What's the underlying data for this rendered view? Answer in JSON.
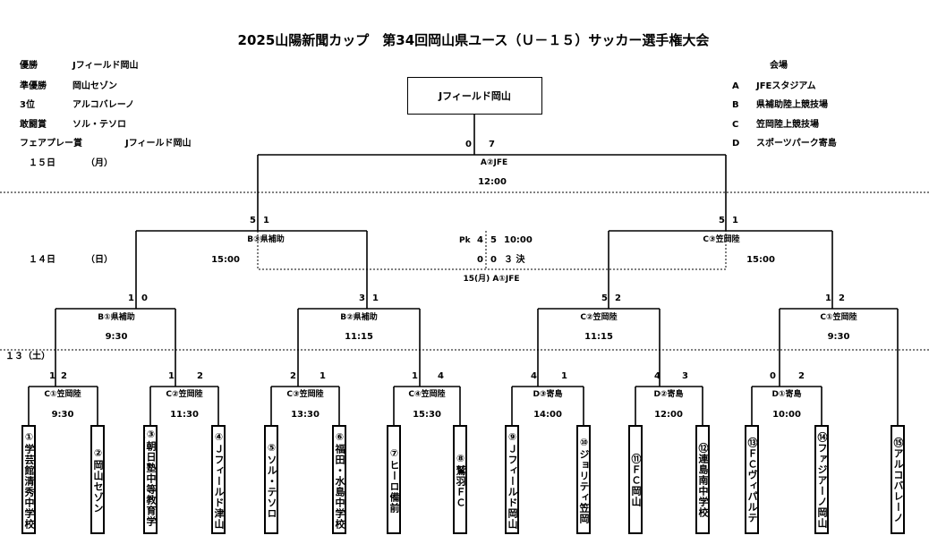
{
  "title": "2025山陽新聞カップ　第34回岡山県ユース（Ｕ－１５）サッカー選手権大会",
  "results": [
    {
      "label": "優勝",
      "value": "Jフィールド岡山"
    },
    {
      "label": "準優勝",
      "value": "岡山セゾン"
    },
    {
      "label": "3位",
      "value": "アルコバレーノ"
    },
    {
      "label": "敢闘賞",
      "value": "ソル・テソロ"
    },
    {
      "label": "フェアプレー賞",
      "value": "Jフィールド岡山"
    }
  ],
  "venues_title": "会場",
  "venues": [
    {
      "code": "A",
      "name": "JFEスタジアム"
    },
    {
      "code": "B",
      "name": "県補助陸上競技場"
    },
    {
      "code": "C",
      "name": "笠岡陸上競技場"
    },
    {
      "code": "D",
      "name": "スポーツパーク寄島"
    }
  ],
  "days": {
    "d15": {
      "day": "１５日",
      "dow": "（月）"
    },
    "d14": {
      "day": "１４日",
      "dow": "（日）"
    },
    "d13": "１３（土）"
  },
  "final": {
    "champion": "Jフィールド岡山",
    "score_left": "0",
    "score_right": "7",
    "venue": "A②JFE",
    "time": "12:00"
  },
  "semis": [
    {
      "score_left": "5",
      "score_right": "1",
      "venue": "B③県補助",
      "time": "15:00"
    },
    {
      "score_left": "5",
      "score_right": "1",
      "venue": "C③笠岡陸",
      "time": "15:00"
    }
  ],
  "third_place": {
    "pk_label": "Pk",
    "pk_left": "4",
    "pk_right": "5",
    "time": "10:00",
    "score_left": "0",
    "score_right": "0",
    "note": "３ 決",
    "venue": "15(月) A①JFE"
  },
  "quarters": [
    {
      "score_left": "1",
      "score_right": "0",
      "venue": "B①県補助",
      "time": "9:30"
    },
    {
      "score_left": "3",
      "score_right": "1",
      "venue": "B②県補助",
      "time": "11:15"
    },
    {
      "score_left": "5",
      "score_right": "2",
      "venue": "C②笠岡陸",
      "time": "11:15"
    },
    {
      "score_left": "1",
      "score_right": "2",
      "venue": "C①笠岡陸",
      "time": "9:30"
    }
  ],
  "r1": [
    {
      "score_left": "1",
      "score_right": "2",
      "venue": "C①笠岡陸",
      "time": "9:30"
    },
    {
      "score_left": "1",
      "score_right": "2",
      "venue": "C②笠岡陸",
      "time": "11:30"
    },
    {
      "score_left": "2",
      "score_right": "1",
      "venue": "C③笠岡陸",
      "time": "13:30"
    },
    {
      "score_left": "1",
      "score_right": "4",
      "venue": "C④笠岡陸",
      "time": "15:30"
    },
    {
      "score_left": "4",
      "score_right": "1",
      "venue": "D③寄島",
      "time": "14:00"
    },
    {
      "score_left": "4",
      "score_right": "3",
      "venue": "D②寄島",
      "time": "12:00"
    },
    {
      "score_left": "0",
      "score_right": "2",
      "venue": "D①寄島",
      "time": "10:00"
    }
  ],
  "teams": [
    "①学芸館清秀中学校",
    "②岡山セゾン",
    "③朝日塾中等教育学校",
    "④Ｊフィールド津山",
    "⑤ソル・テソロ",
    "⑥福田・水島中学校",
    "⑦ヒーロ備前",
    "⑧鷲羽ＦＣ",
    "⑨Ｊフィールド岡山",
    "⑩ジョリティ笠岡",
    "⑪ＦＣ岡山",
    "⑫連島南中学校",
    "⑬ＦＣヴィパルテ",
    "⑭ファジアーノ岡山",
    "⑮アルコバレーノ"
  ]
}
